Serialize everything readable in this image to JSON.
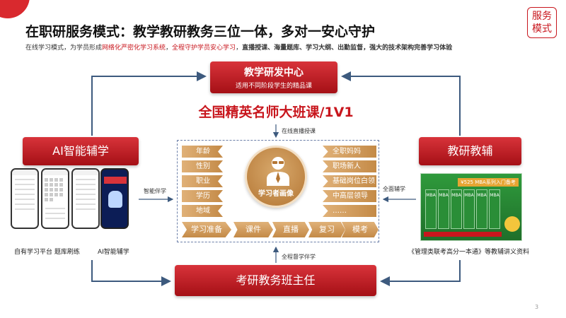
{
  "header": {
    "title": "在职研服务模式：教学教研教务三位一体，多对一安心守护",
    "subtitle_parts": [
      "在线学习模式，为学员形成",
      "网络化严密化学习系统",
      "，",
      "全程守护学员安心学习",
      "，",
      "直播授课、海量题库、学习大纲、出勤监督，强大的技术架构完善学习体验"
    ],
    "mode_badge_line1": "服务",
    "mode_badge_line2": "模式"
  },
  "center_box": {
    "title": "教学研发中心",
    "subtitle": "适用不同阶段学生的精品课"
  },
  "course_title": "全国精英名师大班课/1V1",
  "labels": {
    "live": "在线直播授课",
    "smart": "智能伴学",
    "full": "全面辅学",
    "whole": "全程督学伴学"
  },
  "ai_box": "AI智能辅学",
  "jy_box": "教研教辅",
  "head_box": "考研教务班主任",
  "portrait_label": "学习者画像",
  "left_tags": [
    "年龄",
    "性别",
    "职业",
    "学历",
    "地域"
  ],
  "right_tags": [
    "全职妈妈",
    "职场新人",
    "基础岗位白领",
    "中高层领导",
    "……"
  ],
  "steps": [
    "学习准备",
    "课件",
    "直播",
    "复习",
    "模考"
  ],
  "phone_captions": {
    "platform": "自有学习平台 题库刷练",
    "ai": "AI智能辅学"
  },
  "books": {
    "promo": "¥525 MBA系列入门备考",
    "spine": "MBA",
    "caption": "《管理类联考高分一本通》等教辅讲义资料"
  },
  "page_number": "3",
  "colors": {
    "primary_red": "#c8161d",
    "gold": "#c48a47",
    "dash": "#6b7fa8",
    "arrow": "#3d5a7e"
  }
}
